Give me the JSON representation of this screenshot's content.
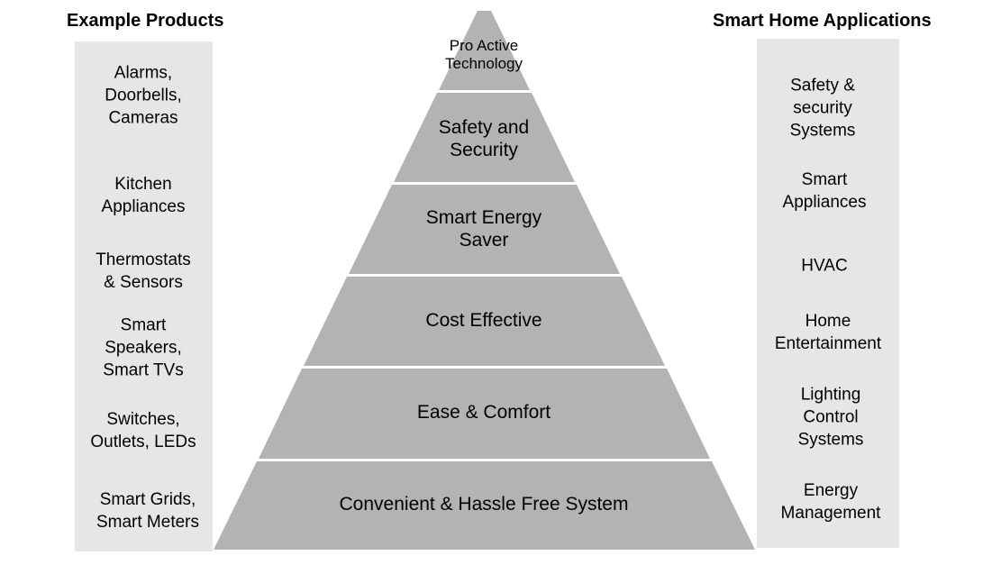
{
  "left_header": "Example Products",
  "right_header": "Smart Home Applications",
  "colors": {
    "pyramid": "#b3b3b3",
    "panel": "#e6e6e6"
  },
  "pyramid": [
    {
      "label": "Pro Active\nTechnology"
    },
    {
      "label": "Safety and\nSecurity"
    },
    {
      "label": "Smart Energy\nSaver"
    },
    {
      "label": "Cost Effective"
    },
    {
      "label": "Ease & Comfort"
    },
    {
      "label": "Convenient & Hassle Free System"
    }
  ],
  "products": [
    "Alarms,\nDoorbells,\nCameras",
    "Kitchen\nAppliances",
    "Thermostats\n& Sensors",
    "Smart\nSpeakers,\nSmart TVs",
    "Switches,\nOutlets, LEDs",
    "Smart Grids,\nSmart Meters"
  ],
  "applications": [
    "Safety &\nsecurity\nSystems",
    "Smart\nAppliances",
    "HVAC",
    "Home\nEntertainment",
    "Lighting\nControl\nSystems",
    "Energy\nManagement"
  ]
}
